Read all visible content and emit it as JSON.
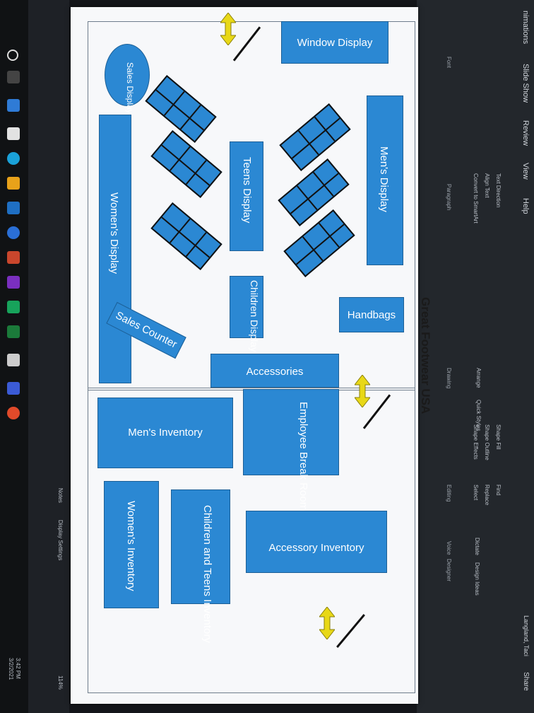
{
  "ribbon": {
    "tabs": [
      "nimations",
      "Slide Show",
      "Review",
      "View",
      "Help"
    ],
    "groups": [
      "Font",
      "Paragraph",
      "Drawing",
      "Editing",
      "Voice",
      "Designer"
    ],
    "commands": {
      "text_direction": "Text Direction",
      "align_text": "Align Text",
      "convert_smartart": "Convert to SmartArt",
      "arrange": "Arrange",
      "quick_styles": "Quick Styles",
      "shape_fill": "Shape Fill",
      "shape_outline": "Shape Outline",
      "shape_effects": "Shape Effects",
      "find": "Find",
      "replace": "Replace",
      "select": "Select",
      "dictate": "Dictate",
      "design_ideas": "Design Ideas"
    },
    "user": "Langland, Taci",
    "share": "Share"
  },
  "status_bar": {
    "notes": "Notes",
    "display_settings": "Display Settings",
    "zoom": "114%",
    "time": "3:42 PM",
    "date": "3/2/2021"
  },
  "slide": {
    "title": "Great Footwear USA",
    "areas": {
      "window_display": "Window Display",
      "sales_display": "Sales Display",
      "mens_display": "Men's Display",
      "teens_display": "Teens Display",
      "womens_display": "Women's Display",
      "children_display": "Children Display",
      "handbags": "Handbags",
      "sales_counter": "Sales Counter",
      "accessories": "Accessories",
      "employee_break_room": "Employee Break Room",
      "mens_inventory": "Men's Inventory",
      "accessory_inventory": "Accessory Inventory",
      "children_teens_inventory": "Children and Teens Inventory",
      "womens_inventory": "Women's Inventory"
    }
  },
  "colors": {
    "box_fill": "#2b88d3",
    "door_arrow": "#e8d817",
    "slide_bg": "#f7f8fa"
  }
}
